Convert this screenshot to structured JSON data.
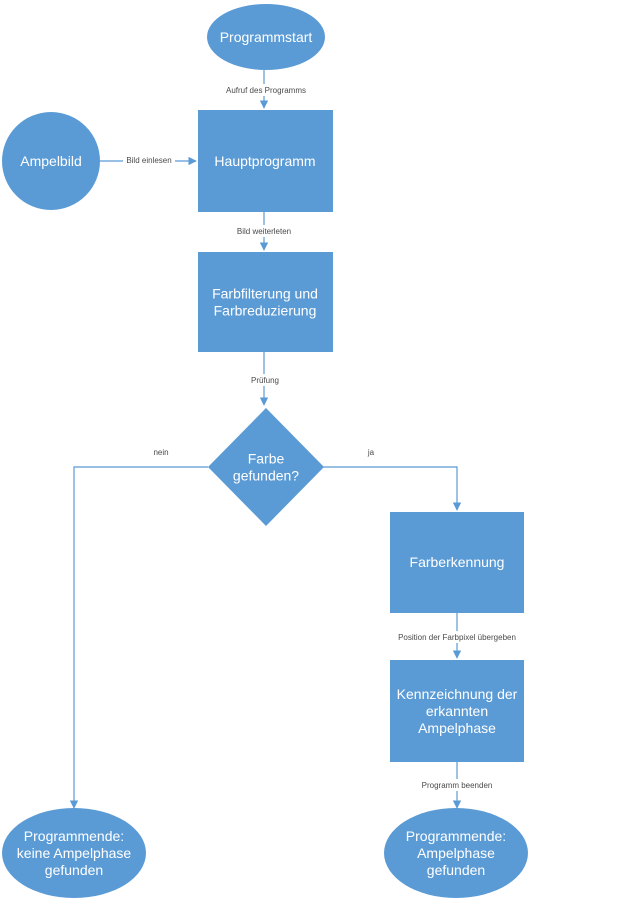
{
  "nodes": {
    "start": {
      "lines": [
        "Programmstart"
      ]
    },
    "image": {
      "lines": [
        "Ampelbild"
      ]
    },
    "main": {
      "lines": [
        "Hauptprogramm"
      ]
    },
    "filter": {
      "lines": [
        "Farbfilterung und",
        "Farbreduzierung"
      ]
    },
    "decision": {
      "lines": [
        "Farbe",
        "gefunden?"
      ]
    },
    "recognition": {
      "lines": [
        "Farberkennung"
      ]
    },
    "marking": {
      "lines": [
        "Kennzeichnung der",
        "erkannten",
        "Ampelphase"
      ]
    },
    "end_none": {
      "lines": [
        "Programmende:",
        "keine Ampelphase",
        "gefunden"
      ]
    },
    "end_found": {
      "lines": [
        "Programmende:",
        "Ampelphase",
        "gefunden"
      ]
    }
  },
  "edges": {
    "start_to_main": "Aufruf des Programms",
    "image_to_main": "Bild einlesen",
    "main_to_filter": "Bild weiterleten",
    "filter_to_decision": "Prüfung",
    "decision_no": "nein",
    "decision_yes": "ja",
    "recognition_to_marking": "Position der Farbpixel übergeben",
    "marking_to_end": "Programm beenden"
  },
  "colors": {
    "shape": "#5b9bd5",
    "text": "#ffffff",
    "label": "#4a4a4a"
  }
}
